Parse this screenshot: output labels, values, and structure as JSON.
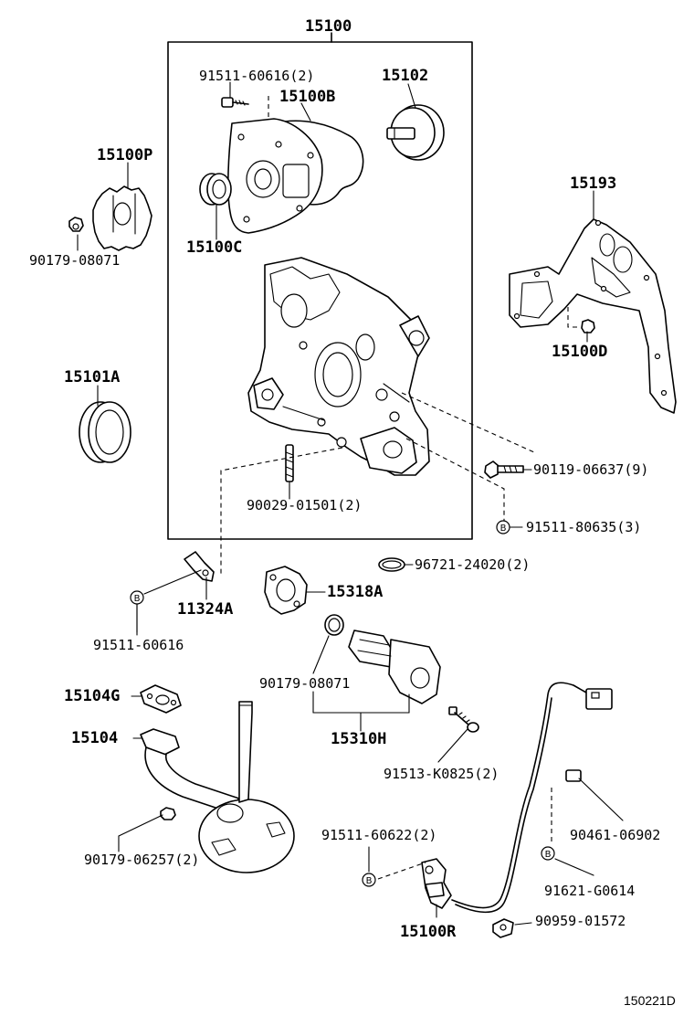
{
  "labels": {
    "main_group": "15100",
    "bolt_top": "91511-60616(2)",
    "cover_gasket": "15100B",
    "pump_rotor": "15102",
    "gear": "15100P",
    "seal_small": "15100C",
    "nut_gear": "90179-08071",
    "gasket_right": "15193",
    "plug_right": "15100D",
    "oil_seal": "15101A",
    "stud": "90029-01501(2)",
    "bolt_right_9": "90119-06637(9)",
    "bolt_right_b": "91511-80635(3)",
    "oring_right": "96721-24020(2)",
    "bracket": "11324A",
    "bolt_bracket": "91511-60616",
    "gasket_mid": "15318A",
    "oring_mid": "90179-08071",
    "valve": "15310H",
    "gasket_strainer": "15104G",
    "strainer": "15104",
    "nut_strainer": "90179-06257(2)",
    "bolt_sensor_k": "91513-K0825(2)",
    "bolt_sensor": "91511-60622(2)",
    "sensor": "15100R",
    "clamp": "90461-06902",
    "bolt_b_right": "91621-G0614",
    "clip": "90959-01572"
  },
  "callout_letter": "B",
  "diagram_code": "150221D"
}
